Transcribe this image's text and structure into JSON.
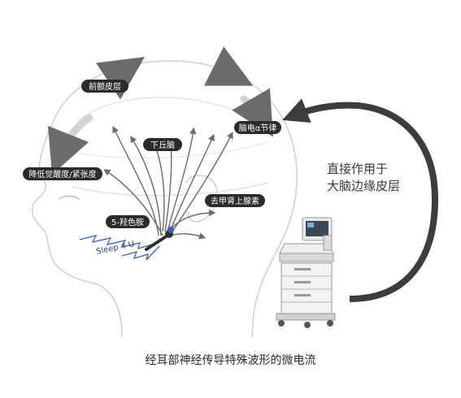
{
  "labels": {
    "forehead": "前额皮层",
    "hypothalamus": "下丘脑",
    "alpha": "脑电α节律",
    "lower_arousal": "降低觉醒度/紧张度",
    "adrenal": "去甲肾上腺素",
    "serotonin": "5-羟色胺"
  },
  "side_text": {
    "line1": "直接作用于",
    "line2": "大脑边缘皮层"
  },
  "wave_label": "Sleep 4 U",
  "caption": "经耳部神经传导特殊波形的微电流",
  "colors": {
    "arrow": "#6b6b6b",
    "pill": "#2b2b2b",
    "wave": "#3a63b8",
    "outline": "#cfcfcf"
  }
}
